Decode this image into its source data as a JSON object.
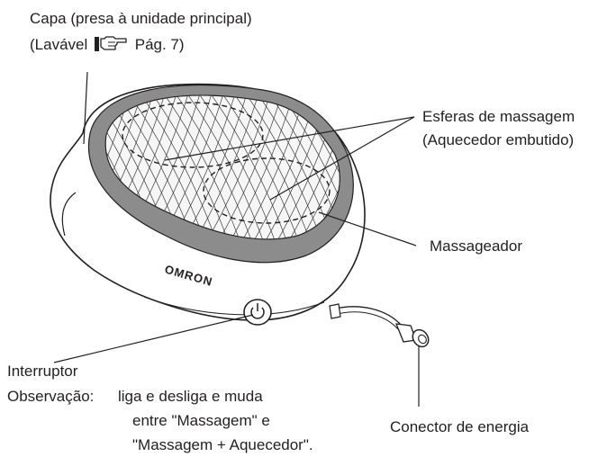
{
  "colors": {
    "ink": "#231f20",
    "band": "#8c8c8c",
    "mesh": "#3a3a3a",
    "background": "#ffffff"
  },
  "brand": {
    "logo_text": "OMRON"
  },
  "labels": {
    "cover_line1": "Capa (presa à unidade principal)",
    "cover_line2_before": "(Lavável",
    "cover_line2_after": "Pág. 7)",
    "balls_line1": "Esferas de massagem",
    "balls_line2": "(Aquecedor embutido)",
    "massager": "Massageador",
    "switch": "Interruptor",
    "note_prefix": "Observação:",
    "note_line1": "liga e desliga e muda",
    "note_line2": "entre \"Massagem\" e",
    "note_line3": "\"Massagem + Aquecedor\".",
    "connector": "Conector de energia"
  },
  "icons": {
    "reference": "pointing-hand-icon",
    "power": "power-icon"
  }
}
